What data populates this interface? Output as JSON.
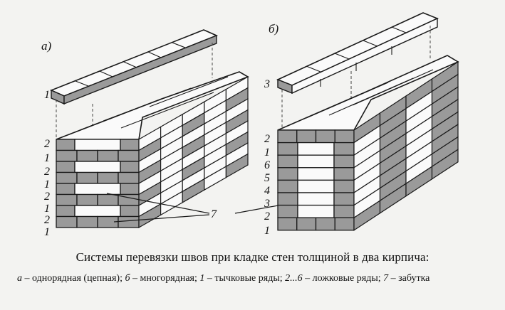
{
  "figure": {
    "panel_a": {
      "letter": "а)",
      "row_labels": [
        "1",
        "2",
        "1",
        "2",
        "1",
        "2",
        "1",
        "2",
        "1"
      ],
      "fill_label": "7"
    },
    "panel_b": {
      "letter": "б)",
      "row_labels": [
        "3",
        "2",
        "1",
        "6",
        "5",
        "4",
        "3",
        "2",
        "1"
      ]
    }
  },
  "caption": {
    "title": "Системы перевязки швов при кладке стен толщиной в два кирпича:",
    "legend_a_key": "а",
    "legend_a_text": " – однорядная (цепная); ",
    "legend_b_key": "б",
    "legend_b_text": " – многорядная; ",
    "legend_1_key": "1",
    "legend_1_text": " – тычковые ряды; ",
    "legend_2_key": "2...6",
    "legend_2_text": " – ложковые ряды; ",
    "legend_7_key": "7",
    "legend_7_text": " – забутка"
  },
  "colors": {
    "header_brick": "#9a9a9a",
    "stretcher_brick": "#fafafa",
    "outline": "#1a1a1a",
    "background": "#f3f3f1"
  }
}
